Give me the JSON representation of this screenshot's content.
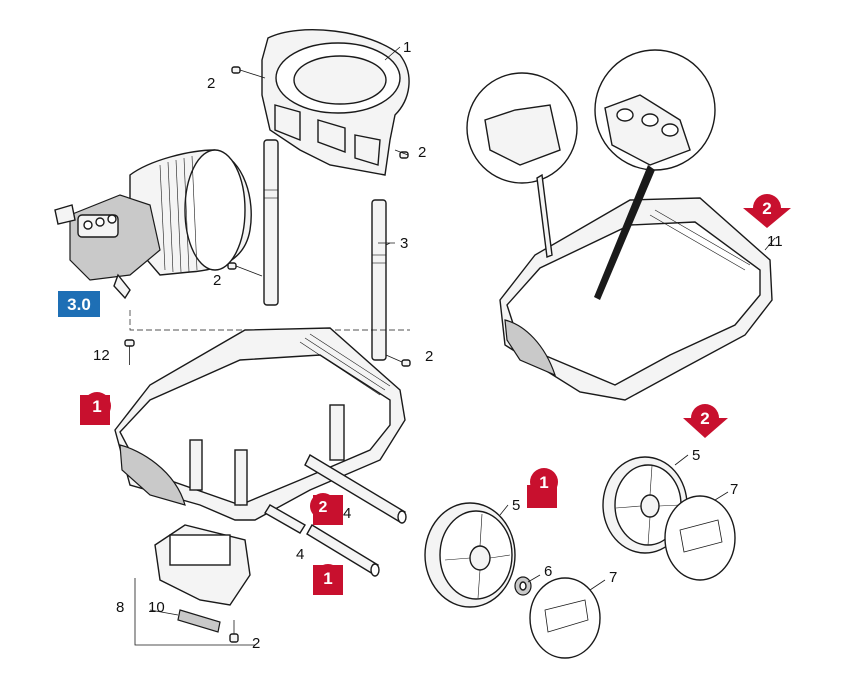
{
  "colors": {
    "marker_red": "#c8102e",
    "badge_blue": "#1e6fb5",
    "line": "#1a1a1a",
    "fill_light": "#f4f4f4",
    "fill_dark": "#c9c9c9"
  },
  "variant_badge": {
    "label": "3.0"
  },
  "markers": {
    "variant_1": "1",
    "variant_2": "2"
  },
  "callouts": {
    "c1": "1",
    "c2a": "2",
    "c2b": "2",
    "c2c": "2",
    "c2d": "2",
    "c2e": "2",
    "c3": "3",
    "c4a": "4",
    "c4b": "4",
    "c5a": "5",
    "c5b": "5",
    "c6": "6",
    "c7a": "7",
    "c7b": "7",
    "c8": "8",
    "c10": "10",
    "c11": "11",
    "c12": "12"
  },
  "icons": {
    "variant_marker": "red-circle-arrow-icon",
    "version_badge": "blue-square-badge"
  }
}
